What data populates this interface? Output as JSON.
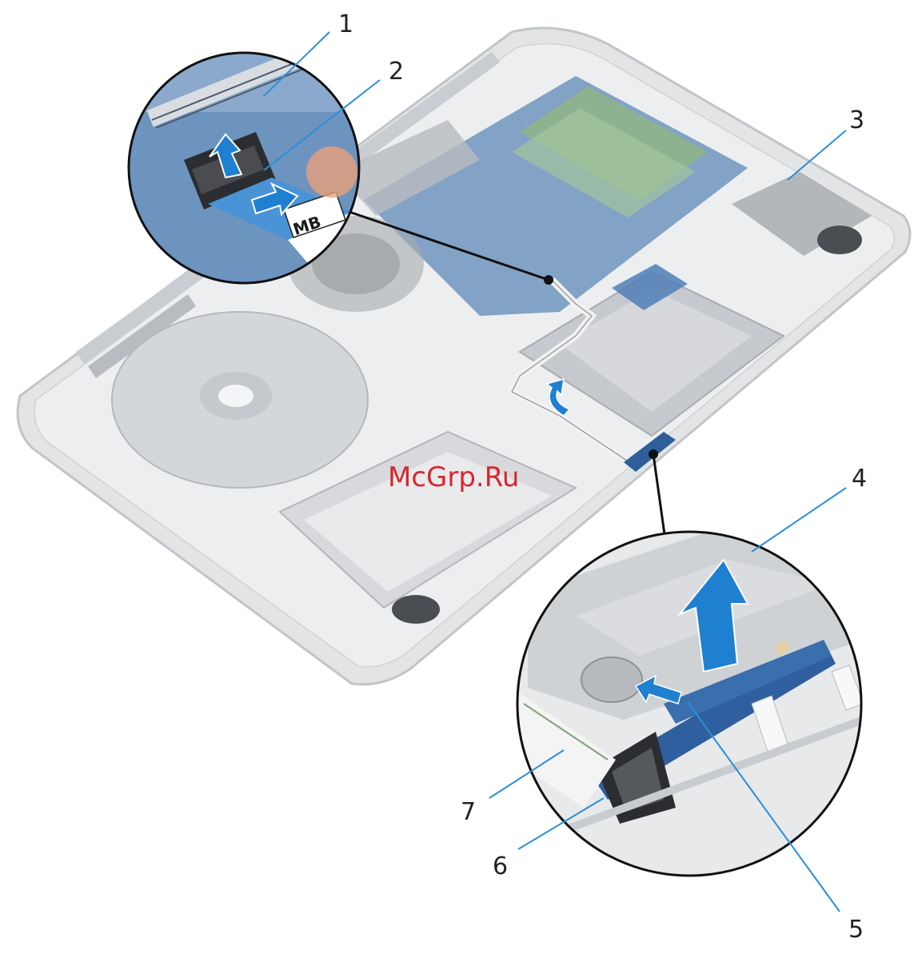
{
  "watermark": "McGrp.Ru",
  "connector_label": "MB",
  "callouts": [
    "1",
    "2",
    "3",
    "4",
    "5",
    "6",
    "7"
  ],
  "colors": {
    "leader": "#2a8fd8",
    "arrow": "#1f7fd1",
    "board": "#3c72b0",
    "chassis": "#e4e6e8",
    "watermark": "#d9262c"
  }
}
